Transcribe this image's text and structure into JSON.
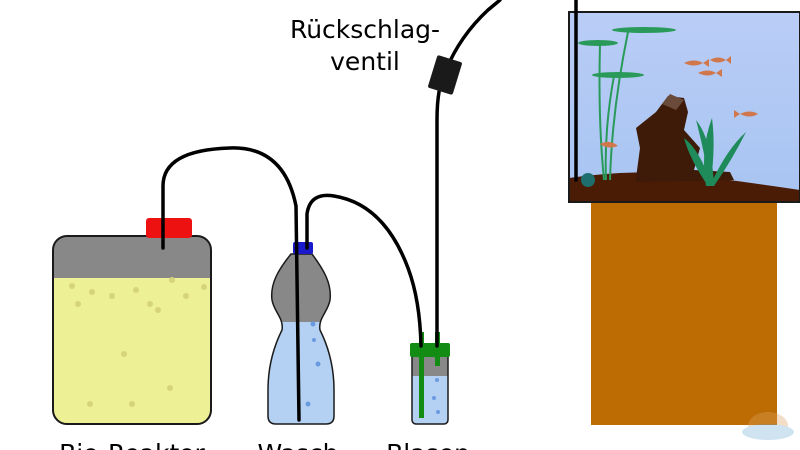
{
  "labels": {
    "valve_line1": "Rückschlag-",
    "valve_line2": "ventil",
    "reactor": "Bio-Reaktor",
    "wash": "Wasch",
    "bubble": "Blasen"
  },
  "colors": {
    "reactor_liquid": "#eef096",
    "water": "#b4d0f2",
    "gas": "#888888",
    "reactor_cap": "#ee1111",
    "wash_cap": "#1a1acc",
    "bubble_cap": "#128c12",
    "tube": "#000000",
    "table": "#bc6c02",
    "soil": "#4a1c06",
    "plant": "#2a9a5a",
    "fish": "#d0784c"
  }
}
